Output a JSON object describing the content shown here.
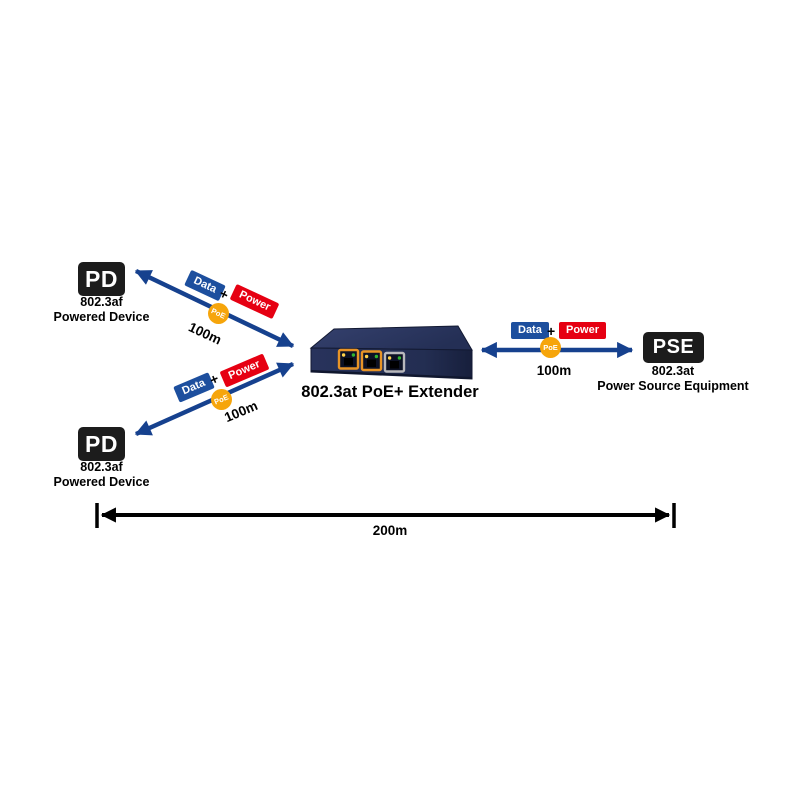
{
  "diagram": {
    "extender": {
      "title": "802.3at PoE+ Extender"
    },
    "pd_top": {
      "label": "PD",
      "standard": "802.3af",
      "type": "Powered Device"
    },
    "pd_bottom": {
      "label": "PD",
      "standard": "802.3af",
      "type": "Powered Device"
    },
    "pse": {
      "label": "PSE",
      "standard": "802.3at",
      "type": "Power Source Equipment"
    },
    "links": {
      "top": {
        "data_label": "Data",
        "plus": "+",
        "power_label": "Power",
        "poe_label": "PoE",
        "distance": "100m"
      },
      "bottom": {
        "data_label": "Data",
        "plus": "+",
        "power_label": "Power",
        "poe_label": "PoE",
        "distance": "100m"
      },
      "right": {
        "data_label": "Data",
        "plus": "+",
        "power_label": "Power",
        "poe_label": "PoE",
        "distance": "100m"
      }
    },
    "total_span": {
      "distance": "200m"
    },
    "colors": {
      "arrow_blue": "#16418e",
      "data_badge_blue": "#1d4f9e",
      "power_badge_red": "#e60012",
      "poe_orange": "#f6a50b",
      "endpoint_box_black": "#1c1c1c",
      "extender_navy": "#242f54",
      "port_bezel_orange": "#e89426",
      "port_bezel_silver": "#b8b8bc",
      "dimension_line_black": "#000000"
    }
  }
}
